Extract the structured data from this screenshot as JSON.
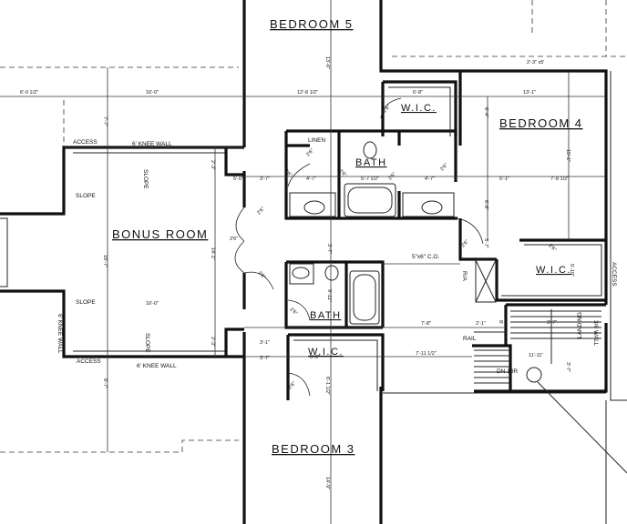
{
  "rooms": {
    "bedroom5": "BEDROOM 5",
    "bedroom4": "BEDROOM 4",
    "bedroom3": "BEDROOM 3",
    "bonus": "BONUS ROOM",
    "bath_upper": "BATH",
    "bath_lower": "BATH",
    "wic_upper": "W.I.C.",
    "wic_right": "W.I.C.",
    "wic_lower": "W.I.C."
  },
  "labels": {
    "access_top": "ACCESS",
    "knee_wall_top": "6' KNEE WALL",
    "access_bottom": "ACCESS",
    "knee_wall_bottom": "6' KNEE WALL",
    "slope_1": "SLOPE",
    "slope_2": "SLOPE",
    "slope_3": "SLOPE",
    "slope_4": "SLOPE",
    "knee_wall_left": "6' KNEE WALL",
    "linen": "LINEN",
    "rail": "RAIL",
    "landing": "LANDING",
    "dn": "DN 18R",
    "access_right": "ACCESS",
    "co": "5\"x6\" C.O.",
    "ra": "R/A",
    "half_wall": "3/6 WALL"
  },
  "dimensions": {
    "d_6_0_half": "6'-0 1/2\"",
    "d_16_0_top": "16'-0\"",
    "d_12_8_half": "12'-8 1/2\"",
    "d_13_1": "13'-1\"",
    "d_2_3_half": "2'-3\" x5'",
    "d_6_8": "6'-8\"",
    "d_13_6": "13'-6\"",
    "d_7_7": "7'-7\"",
    "d_3_7_a": "3'-7\"",
    "d_4_7_a": "4'-7\"",
    "d_5_7_half": "5'-7 1/2\"",
    "d_4_7_b": "4'-7\"",
    "d_5_1": "5'-1\"",
    "d_7_8_half": "7'-8 1/2\"",
    "d_15_1": "15'-1\"",
    "d_6_4": "6'-4\"",
    "d_6_8b": "6'-8\"",
    "d_18_7": "18'-7\"",
    "d_14_1": "14'-1\"",
    "d_16_0_bottom": "16'-0\"",
    "d_3_7_b": "3'-7\"",
    "d_3_7_c": "3'-7\"",
    "d_2_3_a": "2'-3\"",
    "d_2_3_b": "2'-3\"",
    "d_7_8": "7'-8\"",
    "d_2_1": "2'-1\"",
    "d_7_11_half": "7'-11 1/2\"",
    "d_11_11": "11'-11\"",
    "d_8_7": "8'-7\"",
    "d_3_7_d": "3'-7\"",
    "d_3_7_e": "3'-7\"",
    "d_5_9": "5'-9\"",
    "d_6_1_half": "6'-1 1/2\"",
    "d_14_9": "14'-9\"",
    "d_9_11": "9'-11\"",
    "d_5_10": "5'-10\"",
    "d_3_7_f": "3'-7\"",
    "d_3_1": "3'-1\"",
    "d_8": "8'",
    "d_5_0": "5'-0\""
  },
  "doors": {
    "door_a": "2'6\"",
    "door_b": "2'6\"",
    "door_c": "2'6\"",
    "door_d": "2'6\"",
    "door_e": "2'6\"",
    "door_f": "2'6\"",
    "door_g": "2'6\"",
    "door_h": "2'6\"",
    "door_i": "2'6\"",
    "door_j": "2'6\"",
    "door_k": "2'6\"",
    "door_l": "2'6\"",
    "door_m": "2'6\""
  }
}
